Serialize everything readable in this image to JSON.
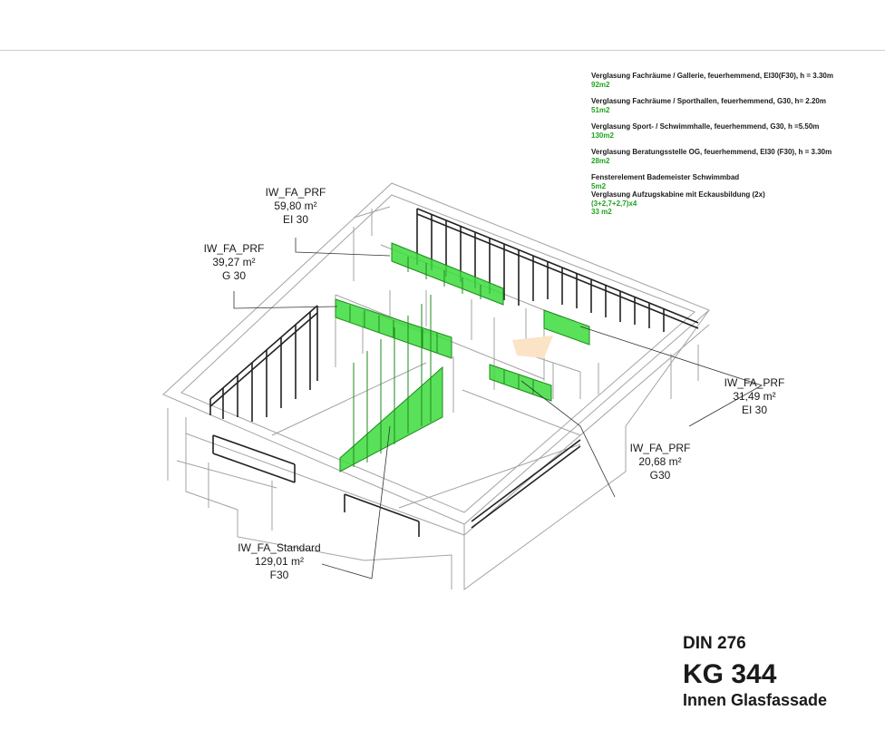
{
  "legend": [
    {
      "desc": "Verglasung Fachräume / Gallerie, feuerhemmend, EI30(F30), h = 3.30m",
      "value": "92m2"
    },
    {
      "desc": "Verglasung Fachräume / Sporthallen, feuerhemmend, G30, h= 2.20m",
      "value": "51m2"
    },
    {
      "desc": "Verglasung Sport- / Schwimmhalle, feuerhemmend, G30, h =5.50m",
      "value": "130m2"
    },
    {
      "desc": "Verglasung Beratungsstelle OG, feuerhemmend, EI30 (F30), h = 3.30m",
      "value": "28m2"
    },
    {
      "desc": "Fensterelement Bademeister Schwimmbad",
      "value": "5m2"
    },
    {
      "desc": "Verglasung Aufzugskabine mit Eckausbildung (2x)",
      "value": "(3+2,7+2,7)x4",
      "value2": "33 m2"
    }
  ],
  "callouts": [
    {
      "type": "IW_FA_PRF",
      "area": "59,80 m²",
      "rating": "EI 30"
    },
    {
      "type": "IW_FA_PRF",
      "area": "39,27 m²",
      "rating": "G 30"
    },
    {
      "type": "IW_FA_PRF",
      "area": "31,49 m²",
      "rating": "EI 30"
    },
    {
      "type": "IW_FA_PRF",
      "area": "20,68 m²",
      "rating": "G30"
    },
    {
      "type": "IW_FA_Standard",
      "area": "129,01 m²",
      "rating": "F30"
    }
  ],
  "title": {
    "standard": "DIN 276",
    "code": "KG 344",
    "subtitle": "Innen Glasfassade"
  },
  "colors": {
    "glass": "#3ddc3d",
    "glass_dark": "#1c8a1c",
    "legend_value": "#1fa31f",
    "outline": "#9a9a9a",
    "frame": "#222222"
  }
}
